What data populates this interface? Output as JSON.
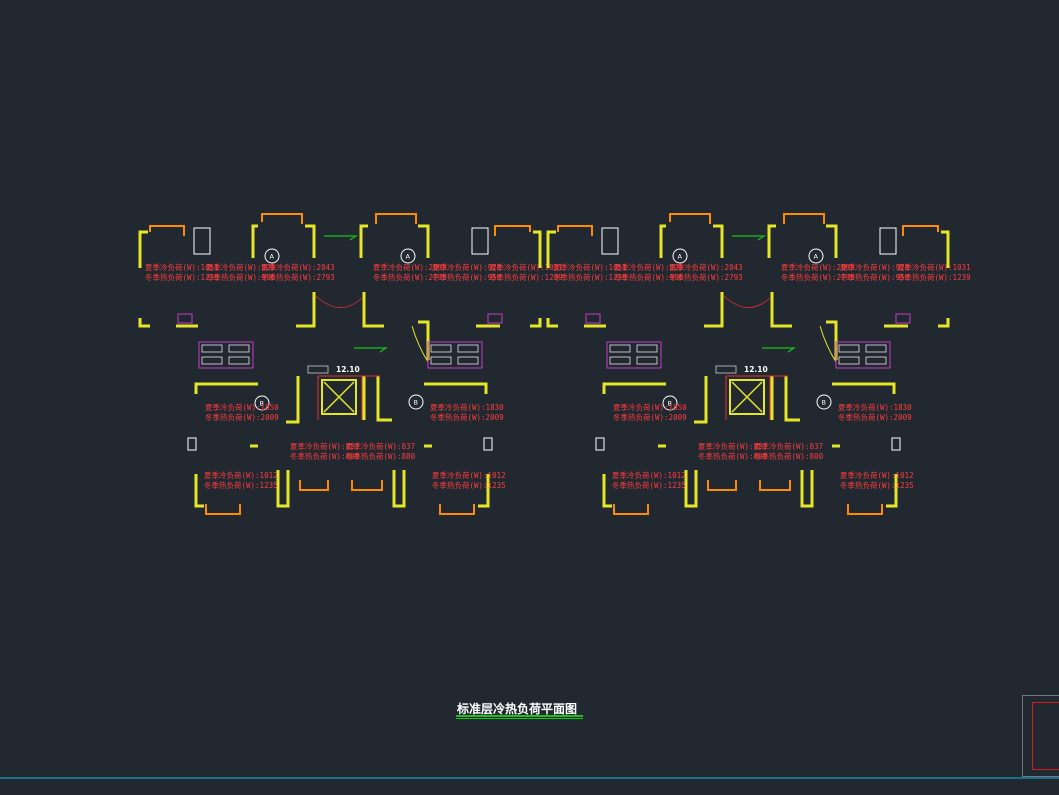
{
  "drawing": {
    "title": "标准层冷热负荷平面图",
    "elevation_left": "12.10",
    "elevation_right": "12.10",
    "left_plan_loads": [
      [
        "夏季冷负荷(W):1051",
        "冬季热负荷(W):1239"
      ],
      [
        "夏季冷负荷(W):928",
        "冬季热负荷(W):956"
      ],
      [
        "夏季冷负荷(W):2043",
        "冬季热负荷(W):2793"
      ],
      [
        "夏季冷负荷(W):2063",
        "冬季热负荷(W):2793"
      ],
      [
        "夏季冷负荷(W):928",
        "冬季热负荷(W):956"
      ],
      [
        "夏季冷负荷(W):1031",
        "冬季热负荷(W):1239"
      ],
      [
        "夏季冷负荷(W):1850",
        "冬季热负荷(W):2009"
      ],
      [
        "夏季冷负荷(W):1830",
        "冬季热负荷(W):2009"
      ],
      [
        "夏季冷负荷(W):837",
        "冬季热负荷(W):880"
      ],
      [
        "夏季冷负荷(W):837",
        "冬季热负荷(W):880"
      ],
      [
        "夏季冷负荷(W):1012",
        "冬季热负荷(W):1235"
      ],
      [
        "夏季冷负荷(W):1012",
        "冬季热负荷(W):1235"
      ]
    ],
    "right_plan_loads": [
      [
        "夏季冷负荷(W):1051",
        "冬季热负荷(W):1239"
      ],
      [
        "夏季冷负荷(W):928",
        "冬季热负荷(W):956"
      ],
      [
        "夏季冷负荷(W):2043",
        "冬季热负荷(W):2793"
      ],
      [
        "夏季冷负荷(W):2063",
        "冬季热负荷(W):2793"
      ],
      [
        "夏季冷负荷(W):928",
        "冬季热负荷(W):956"
      ],
      [
        "夏季冷负荷(W):1031",
        "冬季热负荷(W):1239"
      ],
      [
        "夏季冷负荷(W):1850",
        "冬季热负荷(W):2009"
      ],
      [
        "夏季冷负荷(W):1830",
        "冬季热负荷(W):2009"
      ],
      [
        "夏季冷负荷(W):837",
        "冬季热负荷(W):880"
      ],
      [
        "夏季冷负荷(W):837",
        "冬季热负荷(W):800"
      ],
      [
        "夏季冷负荷(W):1012",
        "冬季热负荷(W):1235"
      ],
      [
        "夏季冷负荷(W):1012",
        "冬季热负荷(W):1235"
      ]
    ],
    "unit_marks": [
      "A",
      "A",
      "B",
      "B"
    ]
  },
  "colors": {
    "background": "#212830",
    "wall": "#e6e628",
    "window": "#ff8c00",
    "load_text": "#ff3c3c",
    "dim_line": "#19c219"
  }
}
